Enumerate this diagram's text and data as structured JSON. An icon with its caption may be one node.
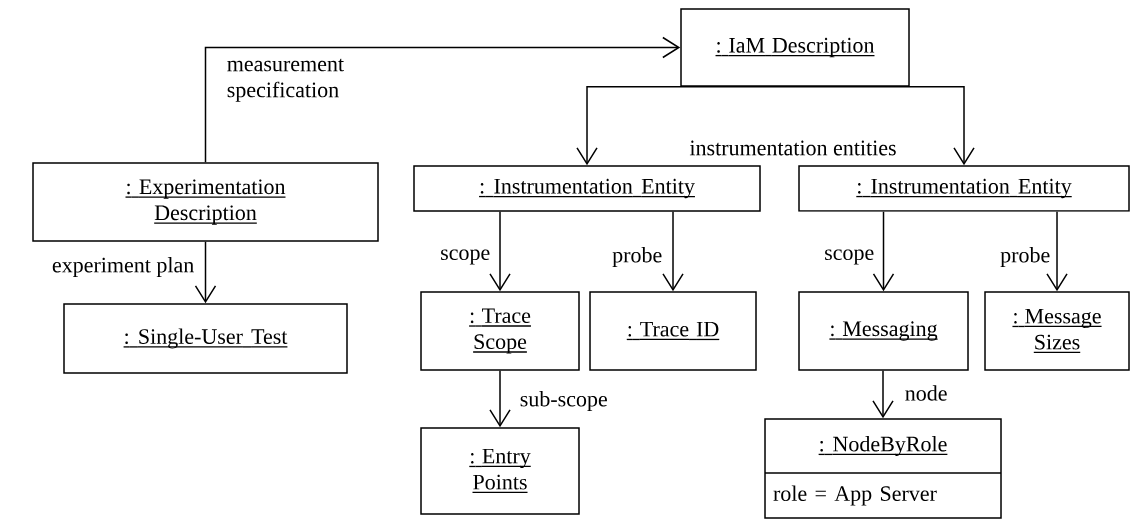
{
  "diagram": {
    "nodes": [
      {
        "text": [
          ": IaM Description"
        ]
      },
      {
        "text": [
          ": Experimentation Description"
        ]
      },
      {
        "text": [
          ": Instrumentation Entity"
        ]
      },
      {
        "text": [
          ": Instrumentation Entity"
        ]
      },
      {
        "text": [
          ": Single-User Test"
        ]
      },
      {
        "text": [
          ": Trace Scope"
        ]
      },
      {
        "text": [
          ": Trace ID"
        ]
      },
      {
        "text": [
          ": Messaging"
        ]
      },
      {
        "text": [
          ": Message Sizes"
        ]
      },
      {
        "text": [
          ": Entry Points"
        ]
      },
      {
        "text": [
          ": NodeByRole",
          "role = App Server"
        ]
      }
    ],
    "edges": [
      {
        "from": 1,
        "to": 0,
        "arrow": "to",
        "label": "measurement specification"
      },
      {
        "from": 0,
        "to": 2,
        "arrow": "to",
        "label": "instrumentation entities"
      },
      {
        "from": 0,
        "to": 3,
        "arrow": "to"
      },
      {
        "from": 2,
        "to": 5,
        "arrow": "to",
        "label": "scope"
      },
      {
        "from": 2,
        "to": 6,
        "arrow": "to",
        "label": "probe"
      },
      {
        "from": 3,
        "to": 7,
        "arrow": "to",
        "label": "scope"
      },
      {
        "from": 3,
        "to": 8,
        "arrow": "to",
        "label": "probe"
      },
      {
        "from": 1,
        "to": 4,
        "arrow": "to",
        "label": "experiment plan"
      },
      {
        "from": 5,
        "to": 9,
        "arrow": "to",
        "label": "sub-scope"
      },
      {
        "from": 7,
        "to": 10,
        "arrow": "to",
        "label": "node"
      }
    ]
  }
}
